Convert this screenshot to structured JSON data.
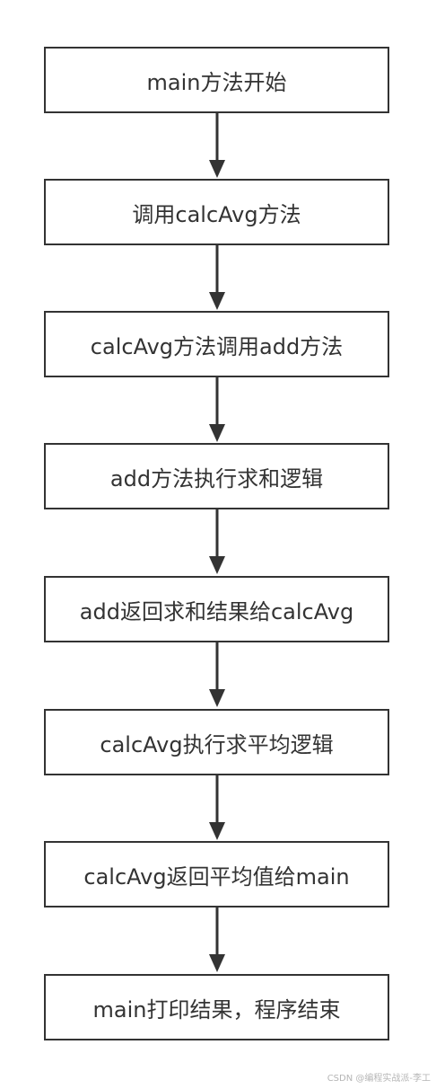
{
  "flowchart": {
    "steps": [
      "main方法开始",
      "调用calcAvg方法",
      "calcAvg方法调用add方法",
      "add方法执行求和逻辑",
      "add返回求和结果给calcAvg",
      "calcAvg执行求平均逻辑",
      "calcAvg返回平均值给main",
      "main打印结果，程序结束"
    ],
    "colors": {
      "stroke": "#333333",
      "text": "#333333",
      "fill": "#ffffff"
    }
  },
  "watermark": "CSDN @编程实战派-李工"
}
